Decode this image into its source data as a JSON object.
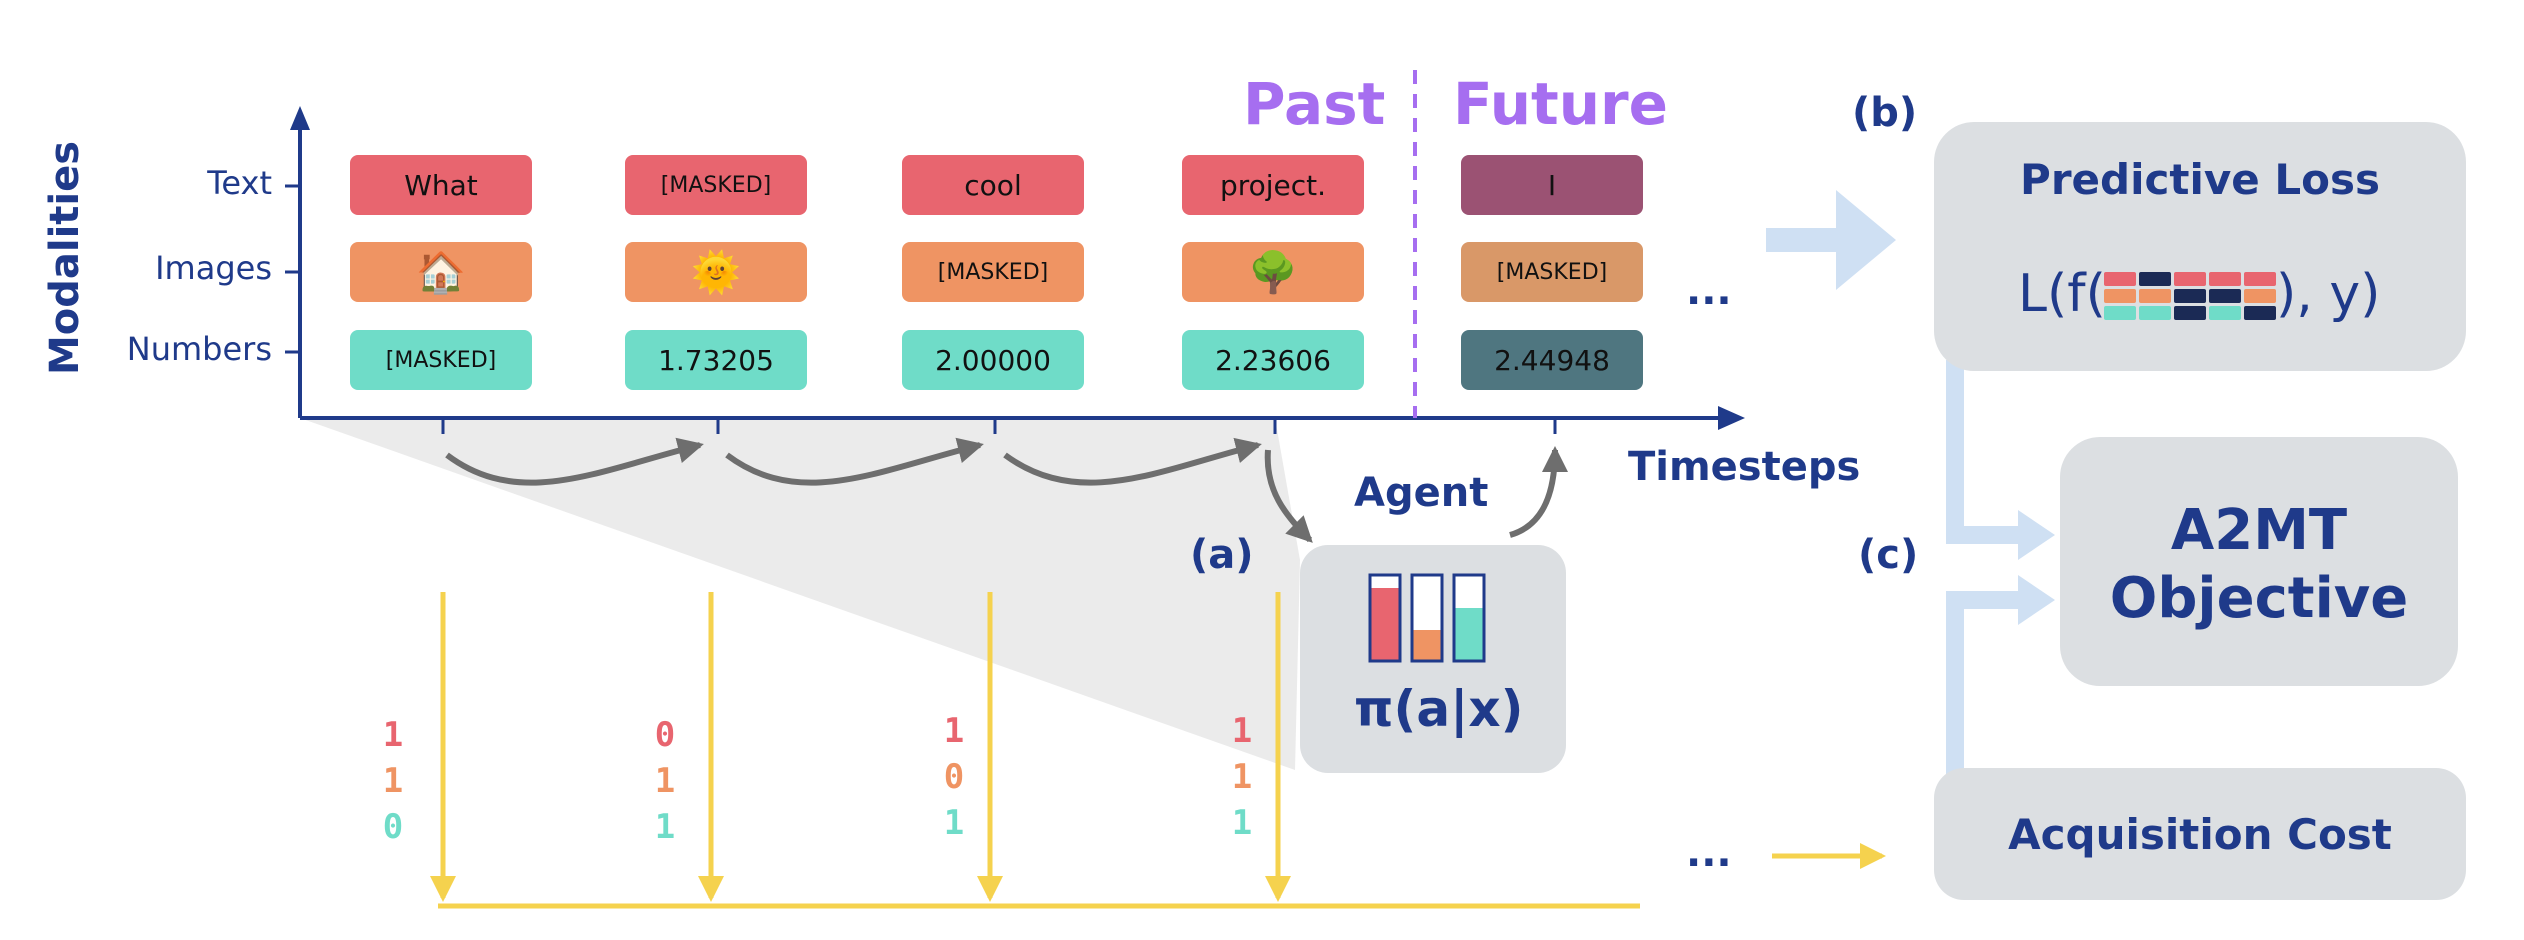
{
  "axes": {
    "y_label": "Modalities",
    "x_label": "Timesteps",
    "rows": [
      "Text",
      "Images",
      "Numbers"
    ]
  },
  "time_sections": {
    "past": "Past",
    "future": "Future"
  },
  "columns": [
    {
      "text": "What",
      "image": "house-emoji",
      "number": "[MASKED]"
    },
    {
      "text": "[MASKED]",
      "image": "sun-emoji",
      "number": "1.73205"
    },
    {
      "text": "cool",
      "image": "[MASKED]",
      "number": "2.00000"
    },
    {
      "text": "project.",
      "image": "tree-emoji",
      "number": "2.23606"
    },
    {
      "text": "I",
      "image": "[MASKED]",
      "number": "2.44948"
    }
  ],
  "emoji_glyphs": {
    "house-emoji": "🏠",
    "sun-emoji": "🌞",
    "tree-emoji": "🌳"
  },
  "ellipsis": "...",
  "agent": {
    "title": "Agent",
    "label": "(a)",
    "policy": "π(a|x)"
  },
  "acquisition_bits": [
    [
      "1",
      "1",
      "0"
    ],
    [
      "0",
      "1",
      "1"
    ],
    [
      "1",
      "0",
      "1"
    ],
    [
      "1",
      "1",
      "1"
    ]
  ],
  "right_panel": {
    "b_label": "(b)",
    "c_label": "(c)",
    "predictive_loss_title": "Predictive Loss",
    "loss_prefix": "L(f(",
    "loss_suffix": "), y)",
    "objective_line1": "A2MT",
    "objective_line2": "Objective",
    "acquisition_cost": "Acquisition Cost"
  },
  "colors": {
    "text_row": "#e8656f",
    "image_row": "#ef9463",
    "number_row": "#6fdcc8",
    "future_text": "#9b5273",
    "future_image": "#d99868",
    "future_number": "#4f7680",
    "navy": "#1f3a8a",
    "purple": "#a66ef0",
    "yellow": "#f5d24e",
    "gray_arrow": "#6e6e6e",
    "light_blue": "#cfe0f3",
    "box_gray": "#dcdfe2"
  }
}
